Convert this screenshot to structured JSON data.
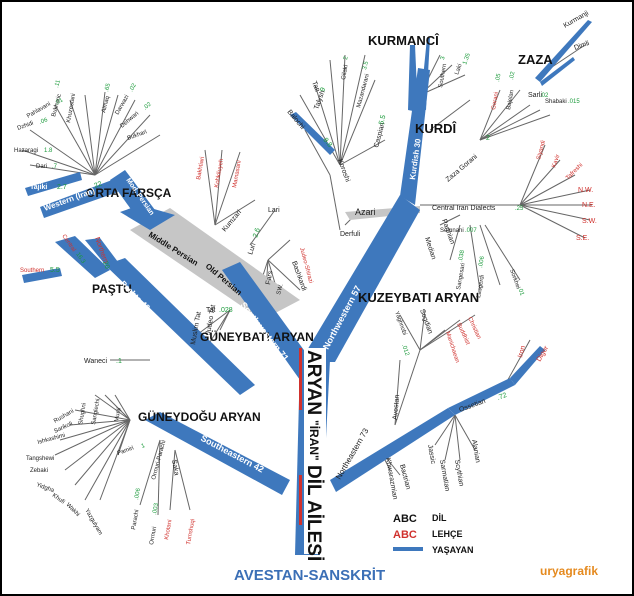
{
  "colors": {
    "living": "#3e78bd",
    "extinct_grey": "#c6c6c6",
    "dialect_red": "#d0312d",
    "count_green": "#1a9a3a",
    "footer_blue": "#3b6fb6",
    "brand_orange": "#e58a1f",
    "line_thin": "#555555"
  },
  "title": {
    "aryan": "ARYAN",
    "iran": "\"İRAN\"",
    "dil": "DİL",
    "ailesi": "AİLESİ"
  },
  "headings": {
    "kurmanci": "KURMANCÎ",
    "zaza": "ZAZA",
    "kurdi": "KURDÎ",
    "orta_farsca": "ORTA FARSÇA",
    "pastu": "PAŞTU",
    "kuzeybati": "KUZEYBATI ARYAN",
    "guneybati": "GÜNEYBATI ARYAN",
    "guneydogu": "GÜNEYDOĞU ARYAN"
  },
  "branches": {
    "northwestern": "Northwestern 57",
    "southwestern": "Southwestern 71",
    "southeastern": "Southeastern 42",
    "northeastern": "Northeastern 73",
    "middle_persian": "Middle Persian",
    "old_persian": "Old Persian",
    "western_iran": "Western (Iran)",
    "kurdish": "Kurdish 30",
    "pashto": "Pashto 42",
    "mod_persian": "Mod. Persian",
    "tajiki": "Tajiki",
    "northern": "Northern"
  },
  "languages": [
    {
      "id": "azari",
      "text": "Azari"
    },
    {
      "id": "central_iran",
      "text": "Central Iran Dialects"
    },
    {
      "id": "semnani",
      "text": "Semnani"
    },
    {
      "id": "sangesari",
      "text": "Sangesari"
    },
    {
      "id": "lasgerdi",
      "text": "Lasgerdi"
    },
    {
      "id": "sorkhei",
      "text": "Sorkhei"
    },
    {
      "id": "parthian",
      "text": "Parthian"
    },
    {
      "id": "median",
      "text": "Median"
    },
    {
      "id": "derfuli",
      "text": "Derfuli"
    },
    {
      "id": "zaza_gorani",
      "text": "Zaza Gorani"
    },
    {
      "id": "gorani",
      "text": "Gorani"
    },
    {
      "id": "bajelan",
      "text": "Bajelan"
    },
    {
      "id": "sarli",
      "text": "Sarli"
    },
    {
      "id": "shabaki",
      "text": "Shabaki"
    },
    {
      "id": "kurmanji",
      "text": "Kurmanji"
    },
    {
      "id": "dimli",
      "text": "Dimli"
    },
    {
      "id": "laki",
      "text": "Laki"
    },
    {
      "id": "southern_k",
      "text": "Southern"
    },
    {
      "id": "gilaki",
      "text": "Gilaki"
    },
    {
      "id": "mazandarani",
      "text": "Mazandarani"
    },
    {
      "id": "talysh",
      "text": "Talysh"
    },
    {
      "id": "tati",
      "text": "Tati"
    },
    {
      "id": "caspian",
      "text": "Caspian"
    },
    {
      "id": "baloch",
      "text": "Balochi"
    },
    {
      "id": "koroshi",
      "text": "Koroshi"
    },
    {
      "id": "lari",
      "text": "Lari"
    },
    {
      "id": "luri",
      "text": "Luri"
    },
    {
      "id": "kumzari",
      "text": "Kumzari"
    },
    {
      "id": "fars",
      "text": "Fars"
    },
    {
      "id": "sw",
      "text": "SW."
    },
    {
      "id": "bashkardi",
      "text": "Bashkardi"
    },
    {
      "id": "muslim_tat",
      "text": "Muslim Tat"
    },
    {
      "id": "judeo_tat",
      "text": "Judeo Tat"
    },
    {
      "id": "tat",
      "text": "Tat"
    },
    {
      "id": "waneci",
      "text": "Waneci"
    },
    {
      "id": "central_p",
      "text": "Central"
    },
    {
      "id": "southern_p",
      "text": "Southern"
    },
    {
      "id": "dari",
      "text": "Dari"
    },
    {
      "id": "hazaragi",
      "text": "Hazaragi"
    },
    {
      "id": "dzhidi",
      "text": "Dzhidi"
    },
    {
      "id": "pahlavani",
      "text": "Pahlavani"
    },
    {
      "id": "bukharic",
      "text": "Bukharic"
    },
    {
      "id": "khuzestani",
      "text": "Khuzestani"
    },
    {
      "id": "aimaq",
      "text": "Aimaq"
    },
    {
      "id": "darwazi",
      "text": "Darwazi"
    },
    {
      "id": "dehwari",
      "text": "Dehwari"
    },
    {
      "id": "bukhari",
      "text": "Bukhari"
    },
    {
      "id": "sanglechi",
      "text": "Sanglechi"
    },
    {
      "id": "shughni",
      "text": "Shughni"
    },
    {
      "id": "munji",
      "text": "Munji"
    },
    {
      "id": "rushani",
      "text": "Rushani"
    },
    {
      "id": "sarikoli",
      "text": "Sarikoli"
    },
    {
      "id": "ishkashimi",
      "text": "Ishkashimi"
    },
    {
      "id": "tangshewi",
      "text": "Tangshewi"
    },
    {
      "id": "zebaki",
      "text": "Zebaki"
    },
    {
      "id": "yidgha",
      "text": "Yidgha"
    },
    {
      "id": "khufi",
      "text": "Khufi"
    },
    {
      "id": "wakhi",
      "text": "Wakhi"
    },
    {
      "id": "yazgulyam",
      "text": "Yazgulyam"
    },
    {
      "id": "pamiri",
      "text": "Pamiri"
    },
    {
      "id": "ormuri_parachi",
      "text": "Ormuri-Parachi"
    },
    {
      "id": "saka",
      "text": "Saka"
    },
    {
      "id": "parachi",
      "text": "Parachi"
    },
    {
      "id": "ormuri",
      "text": "Ormuri"
    },
    {
      "id": "yaghnobi",
      "text": "Yaghnobi"
    },
    {
      "id": "sogdian",
      "text": "Sogdian"
    },
    {
      "id": "avestan",
      "text": "Avestan"
    },
    {
      "id": "ossetian",
      "text": "Ossetian"
    },
    {
      "id": "khwarazmian",
      "text": "Khwarazmian"
    },
    {
      "id": "bactrian",
      "text": "Bactrian"
    },
    {
      "id": "jassic",
      "text": "Jassic"
    },
    {
      "id": "sarmatian",
      "text": "Sarmatian"
    },
    {
      "id": "scythian",
      "text": "Scythian"
    },
    {
      "id": "alanian",
      "text": "Alanian"
    }
  ],
  "dialects": [
    {
      "id": "bakhtiari",
      "text": "Bakhtiari"
    },
    {
      "id": "kohkiluyeh",
      "text": "Kohkiluyeh"
    },
    {
      "id": "mamasani",
      "text": "Mamasani"
    },
    {
      "id": "judeo_shirazi",
      "text": "Judeo-Shirazi"
    },
    {
      "id": "siyandi",
      "text": "Siyandi"
    },
    {
      "id": "kavir",
      "text": "Kavir"
    },
    {
      "id": "tafreshi",
      "text": "Tafreshi"
    },
    {
      "id": "nw",
      "text": "N.W."
    },
    {
      "id": "ne",
      "text": "N.E."
    },
    {
      "id": "swd",
      "text": "S.W."
    },
    {
      "id": "se",
      "text": "S.E."
    },
    {
      "id": "christian",
      "text": "Christian"
    },
    {
      "id": "buddhist",
      "text": "Buddhist"
    },
    {
      "id": "manichaean",
      "text": "Manichaean"
    },
    {
      "id": "iron",
      "text": "Iron"
    },
    {
      "id": "digor",
      "text": "Digor"
    },
    {
      "id": "khotani",
      "text": "Khotani"
    },
    {
      "id": "tumshuqi",
      "text": "Tumshuqi"
    }
  ],
  "counts": [
    {
      "id": "c_central_iran",
      "text": ".25"
    },
    {
      "id": "c_semnani",
      "text": ".007"
    },
    {
      "id": "c_sangesari",
      "text": ".038"
    },
    {
      "id": "c_lasgerdi",
      "text": ".006"
    },
    {
      "id": "c_sorkhei",
      "text": ".01"
    },
    {
      "id": "c_zaza_gorani",
      "text": "2"
    },
    {
      "id": "c_gorani",
      "text": ".05"
    },
    {
      "id": "c_bajelan",
      "text": ".02"
    },
    {
      "id": "c_sarli",
      "text": ".02"
    },
    {
      "id": "c_shabaki",
      "text": ".015"
    },
    {
      "id": "c_laki",
      "text": "1.35"
    },
    {
      "id": "c_southern_k",
      "text": "3"
    },
    {
      "id": "c_gilaki",
      "text": "2"
    },
    {
      "id": "c_mazandarani",
      "text": "3.5"
    },
    {
      "id": "c_talysh",
      "text": "9"
    },
    {
      "id": "c_caspian",
      "text": "5.5"
    },
    {
      "id": "c_baloch",
      "text": "8.8"
    },
    {
      "id": "c_luri",
      "text": "2.6"
    },
    {
      "id": "c_tat",
      "text": ".028"
    },
    {
      "id": "c_waneci",
      "text": ".1"
    },
    {
      "id": "c_central_p",
      "text": "16.3"
    },
    {
      "id": "c_southern_p",
      "text": "5.5"
    },
    {
      "id": "c_northern",
      "text": "20"
    },
    {
      "id": "c_western_iran",
      "text": "22"
    },
    {
      "id": "c_tajiki",
      "text": "2.7"
    },
    {
      "id": "c_dari",
      "text": ".7"
    },
    {
      "id": "c_hazaragi",
      "text": "1.8"
    },
    {
      "id": "c_dzhidi",
      "text": ".06"
    },
    {
      "id": "c_pahlavani",
      "text": ".01"
    },
    {
      "id": "c_bukharic",
      "text": ".11"
    },
    {
      "id": "c_aimaq",
      "text": ".65"
    },
    {
      "id": "c_darwazi",
      "text": ".02"
    },
    {
      "id": "c_dehwari",
      "text": ".02"
    },
    {
      "id": "c_pamiri",
      "text": "1"
    },
    {
      "id": "c_parachi",
      "text": ".006"
    },
    {
      "id": "c_ormuri",
      "text": ".003"
    },
    {
      "id": "c_yaghnobi",
      "text": ".012"
    },
    {
      "id": "c_ossetian",
      "text": ".72"
    }
  ],
  "legend": {
    "abc": "ABC",
    "dil": "DİL",
    "lehce": "LEHÇE",
    "yasayan": "YAŞAYAN"
  },
  "footer": {
    "title": "AVESTAN-SANSKRİT",
    "brand": "uryagrafik"
  }
}
